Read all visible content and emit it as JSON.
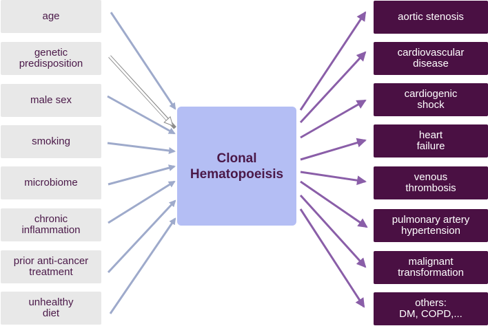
{
  "center": {
    "title_line1": "Clonal",
    "title_line2": "Hematopoeisis"
  },
  "causes": [
    {
      "line1": "age",
      "line2": ""
    },
    {
      "line1": "genetic",
      "line2": "predisposition"
    },
    {
      "line1": "male sex",
      "line2": ""
    },
    {
      "line1": "smoking",
      "line2": ""
    },
    {
      "line1": "microbiome",
      "line2": ""
    },
    {
      "line1": "chronic",
      "line2": "inflammation"
    },
    {
      "line1": "prior anti-cancer",
      "line2": "treatment"
    },
    {
      "line1": "unhealthy",
      "line2": "diet"
    }
  ],
  "outcomes": [
    {
      "line1": "aortic stenosis",
      "line2": ""
    },
    {
      "line1": "cardiovascular",
      "line2": "disease"
    },
    {
      "line1": "cardiogenic",
      "line2": "shock"
    },
    {
      "line1": "heart",
      "line2": "failure"
    },
    {
      "line1": "venous",
      "line2": "thrombosis"
    },
    {
      "line1": "pulmonary artery",
      "line2": "hypertension"
    },
    {
      "line1": "malignant",
      "line2": "transformation"
    },
    {
      "line1": "others:",
      "line2": "DM, COPD,..."
    }
  ],
  "colors": {
    "cause_box": "#e8e8e8",
    "outcome_box": "#4a1043",
    "center_box": "#b4bef4",
    "cause_arrow": "#9eaacb",
    "outcome_arrow": "#8a5ea8",
    "text_dark": "#4a1848"
  }
}
